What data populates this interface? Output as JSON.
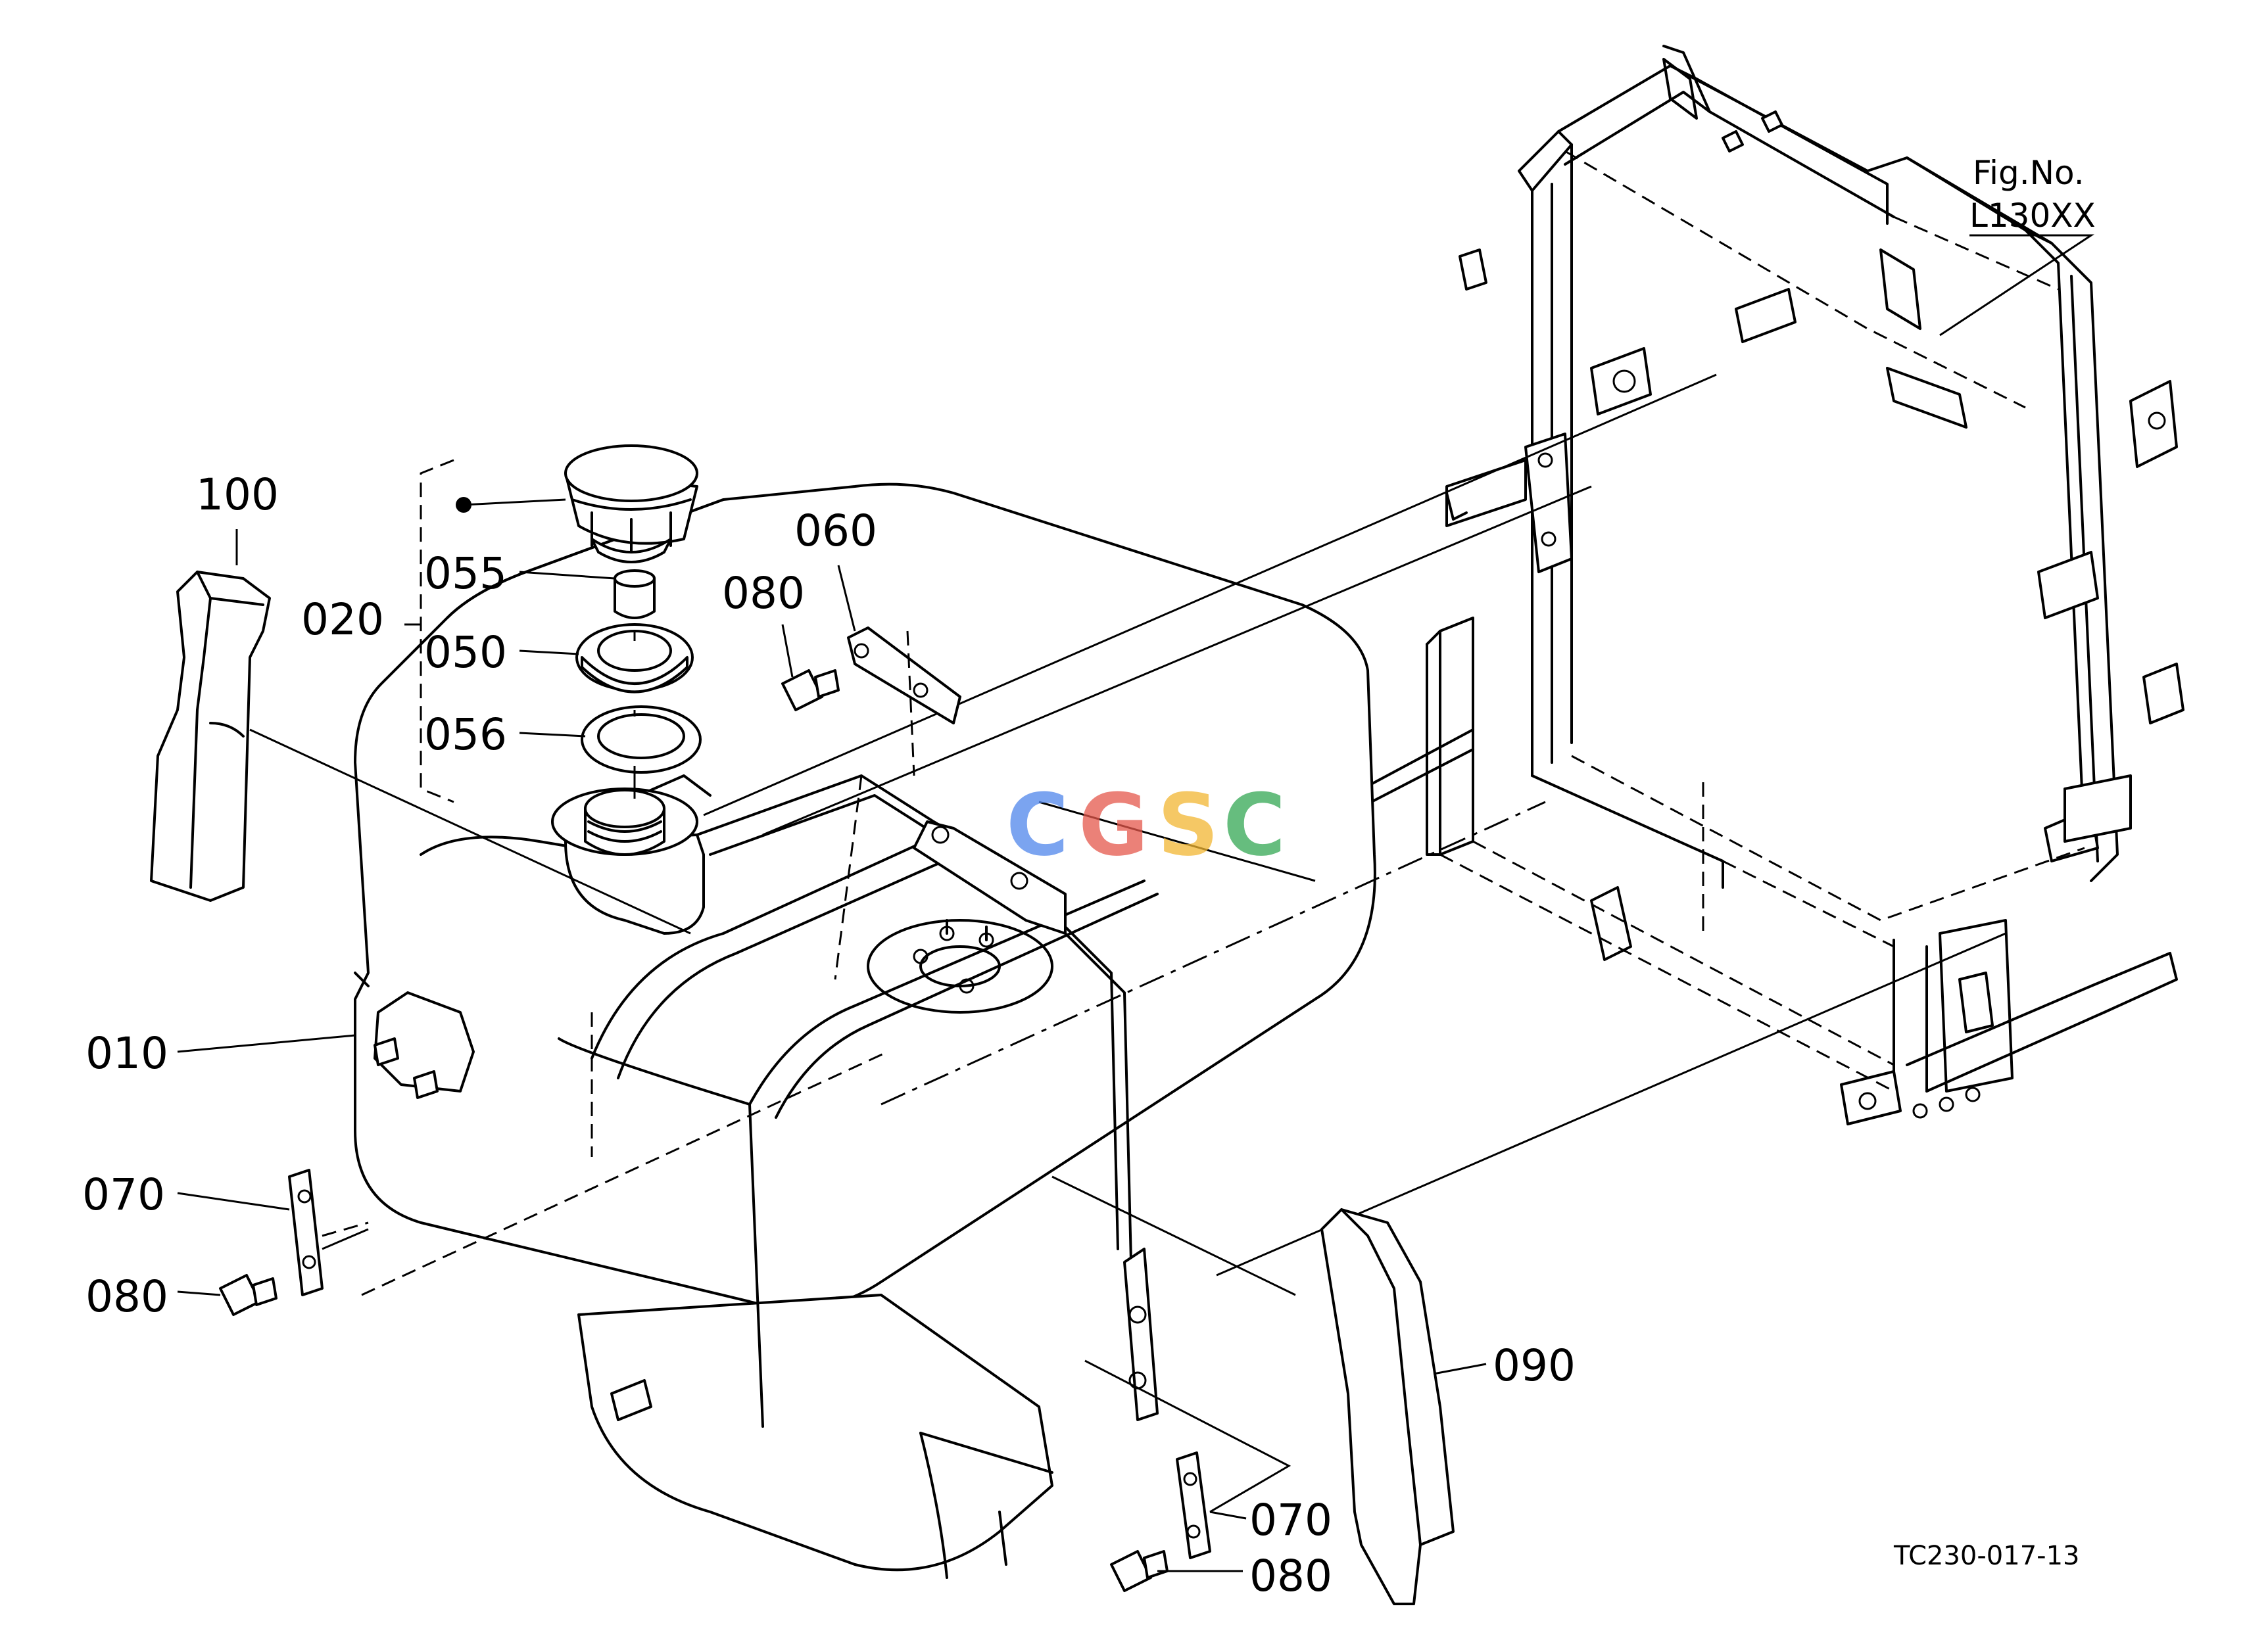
{
  "figure": {
    "fig_no_label": "Fig.No.",
    "fig_no_value": "L130XX",
    "drawing_code": "TC230-017-13"
  },
  "watermark": {
    "letters": [
      "C",
      "G",
      "S",
      "C"
    ],
    "colors": [
      "#4f86ec",
      "#e5574b",
      "#f2b632",
      "#34a853"
    ]
  },
  "callouts": {
    "p010": "010",
    "p020": "020",
    "p050": "050",
    "p055": "055",
    "p056": "056",
    "p060": "060",
    "p070a": "070",
    "p070b": "070",
    "p080a": "080",
    "p080b": "080",
    "p080c": "080",
    "p090": "090",
    "p100": "100"
  }
}
